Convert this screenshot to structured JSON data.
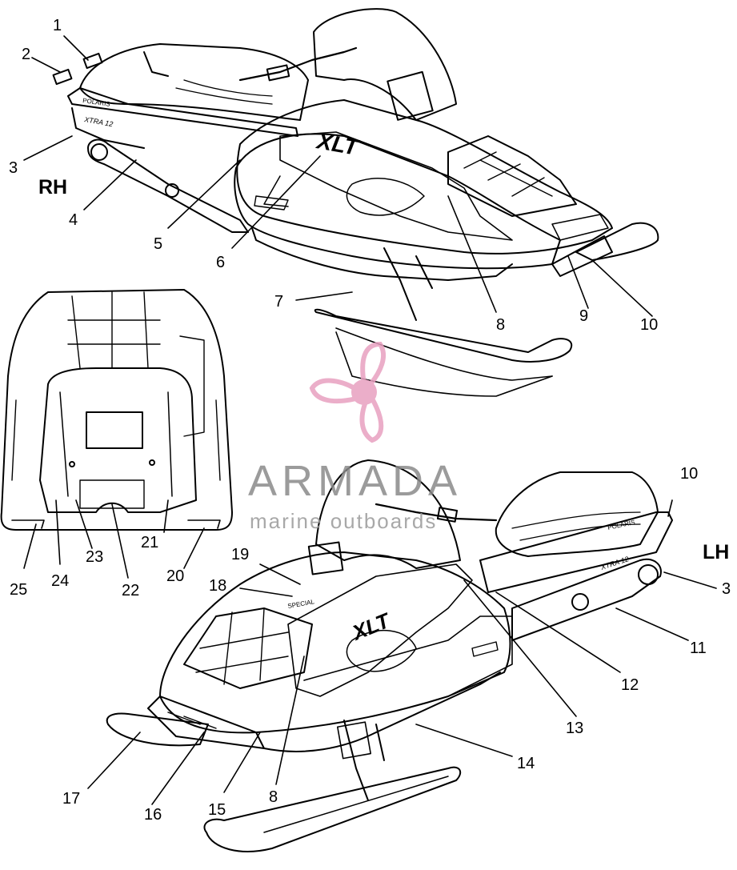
{
  "side_labels": {
    "rh": "RH",
    "lh": "LH"
  },
  "callouts": [
    {
      "id": "c1",
      "text": "1"
    },
    {
      "id": "c2",
      "text": "2"
    },
    {
      "id": "c3a",
      "text": "3"
    },
    {
      "id": "c4",
      "text": "4"
    },
    {
      "id": "c5",
      "text": "5"
    },
    {
      "id": "c6",
      "text": "6"
    },
    {
      "id": "c7",
      "text": "7"
    },
    {
      "id": "c8a",
      "text": "8"
    },
    {
      "id": "c9",
      "text": "9"
    },
    {
      "id": "c10a",
      "text": "10"
    },
    {
      "id": "c10b",
      "text": "10"
    },
    {
      "id": "c3b",
      "text": "3"
    },
    {
      "id": "c11",
      "text": "11"
    },
    {
      "id": "c12",
      "text": "12"
    },
    {
      "id": "c13",
      "text": "13"
    },
    {
      "id": "c14",
      "text": "14"
    },
    {
      "id": "c8b",
      "text": "8"
    },
    {
      "id": "c15",
      "text": "15"
    },
    {
      "id": "c16",
      "text": "16"
    },
    {
      "id": "c17",
      "text": "17"
    },
    {
      "id": "c18",
      "text": "18"
    },
    {
      "id": "c19",
      "text": "19"
    },
    {
      "id": "c20",
      "text": "20"
    },
    {
      "id": "c21",
      "text": "21"
    },
    {
      "id": "c22",
      "text": "22"
    },
    {
      "id": "c23",
      "text": "23"
    },
    {
      "id": "c24",
      "text": "24"
    },
    {
      "id": "c25",
      "text": "25"
    }
  ],
  "decal_text": {
    "xlt": "XLT",
    "brand": "POLARIS",
    "model": "XTRA 12",
    "special": "SPECIAL"
  },
  "watermark": {
    "name": "ARMADA",
    "tagline": "marine outboards",
    "logo_icon": "propeller-icon",
    "color": "#e8a0c0"
  }
}
